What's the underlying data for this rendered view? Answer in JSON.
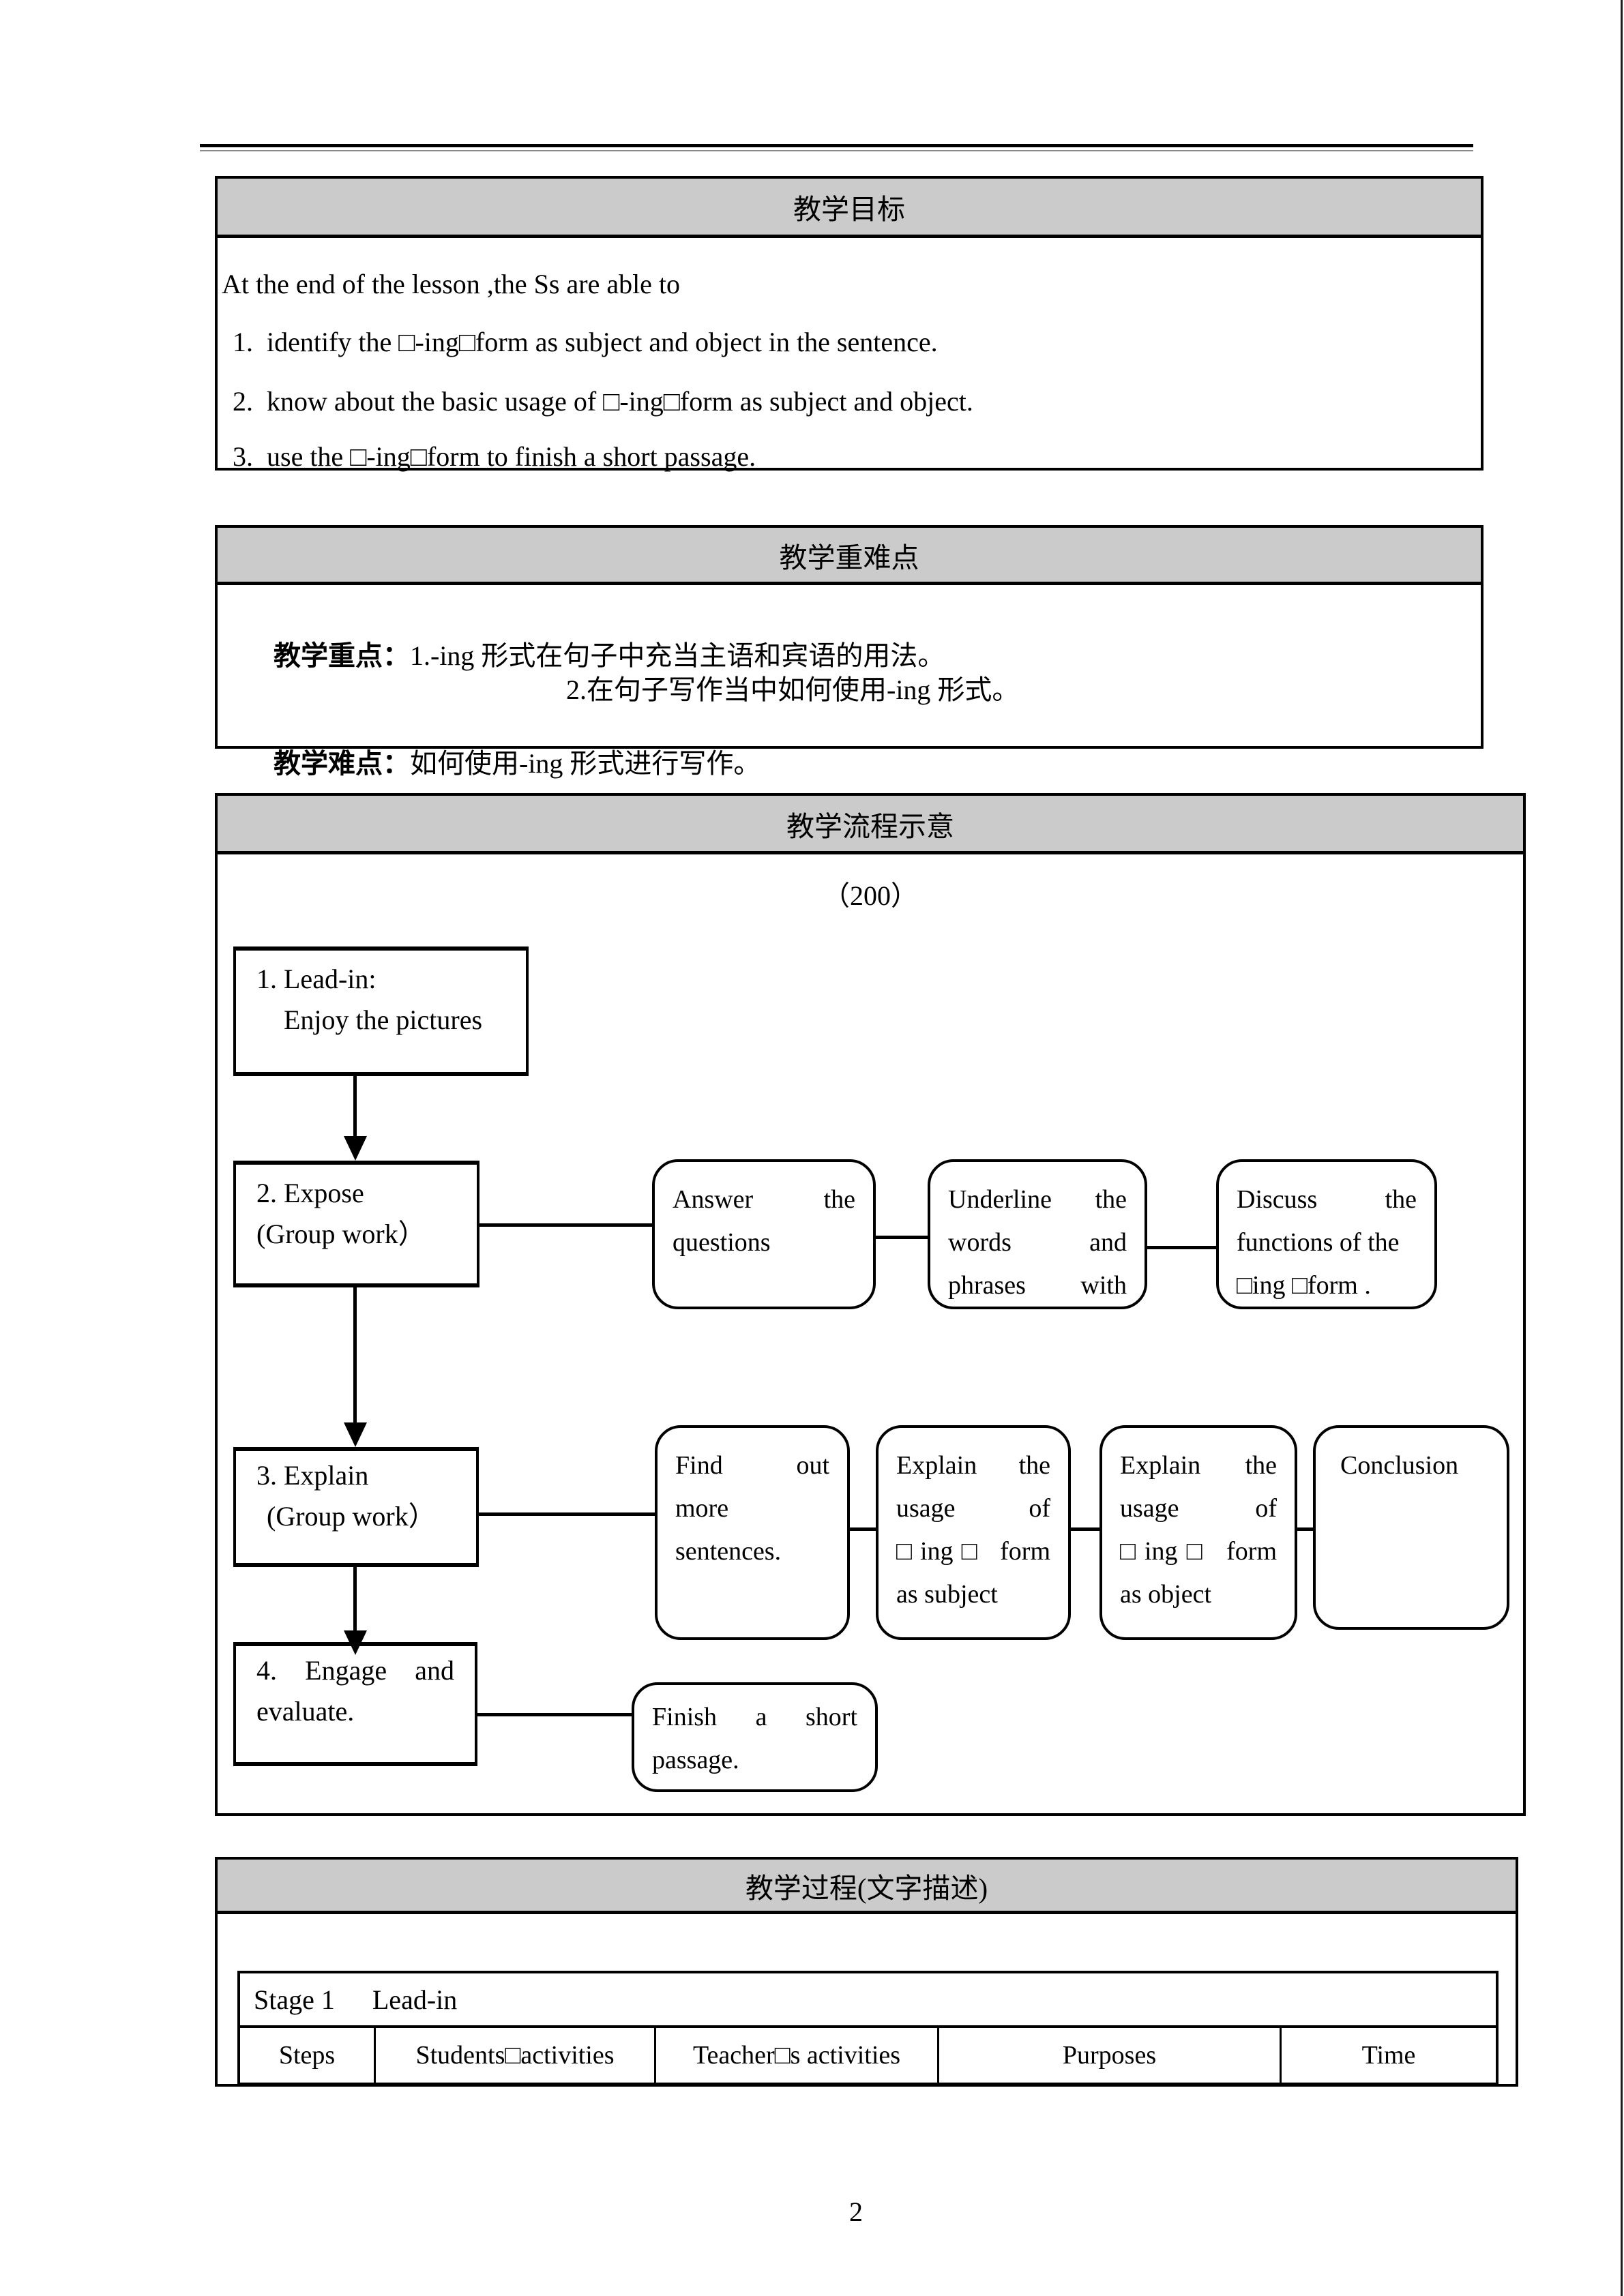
{
  "page": {
    "number": "2"
  },
  "objectives": {
    "title": "教学目标",
    "intro": "At the end of the lesson ,the Ss are able to",
    "items": [
      {
        "num": "1.",
        "text": "identify the □-ing□form as subject and object in the sentence."
      },
      {
        "num": "2.",
        "text": "know about the basic usage of □-ing□form as subject and object."
      },
      {
        "num": "3.",
        "text": "use the □-ing□form to finish a short passage."
      }
    ]
  },
  "key_points": {
    "title": "教学重难点",
    "focus_label": "教学重点：",
    "focus_item1": "1.-ing 形式在句子中充当主语和宾语的用法。",
    "focus_item2": "2.在句子写作当中如何使用-ing 形式。",
    "difficulty_label": "教学难点：",
    "difficulty_text": "如何使用-ing 形式进行写作。"
  },
  "flow": {
    "title": "教学流程示意",
    "count": "（200）",
    "step1": [
      "1. Lead-in:",
      "Enjoy the pictures"
    ],
    "step2": [
      "2. Expose",
      "(Group work）"
    ],
    "step3": [
      "3. Explain",
      "(Group work）"
    ],
    "step4": [
      "4. Engage and",
      "evaluate."
    ],
    "answer": [
      "Answer the",
      "questions"
    ],
    "underline": [
      "Underline the",
      "words and",
      "phrases with"
    ],
    "discuss": [
      "Discuss the",
      "functions of the",
      "□ing □form ."
    ],
    "find": [
      "Find out",
      "more",
      "sentences."
    ],
    "subject": [
      "Explain the",
      "usage of",
      "□ing□ form",
      "as subject"
    ],
    "object": [
      "Explain the",
      "usage of",
      "□ing□ form",
      "as object"
    ],
    "conclusion": [
      "Conclusion"
    ],
    "finish": [
      "Finish a short",
      "passage."
    ]
  },
  "process": {
    "title": "教学过程(文字描述)",
    "stage": "Stage 1",
    "stage_name": "Lead-in",
    "columns": [
      "Steps",
      "Students□activities",
      "Teacher□s activities",
      "Purposes",
      "Time"
    ]
  }
}
